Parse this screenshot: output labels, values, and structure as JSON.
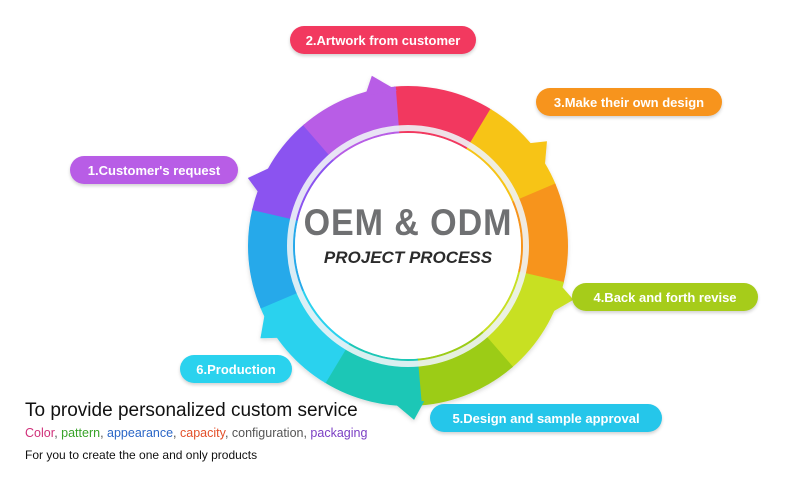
{
  "center": {
    "title": "OEM & ODM",
    "subtitle": "PROJECT PROCESS"
  },
  "steps": [
    {
      "label": "1.Customer's request",
      "color": "#b85de6"
    },
    {
      "label": "2.Artwork from customer",
      "color": "#f2395f"
    },
    {
      "label": "3.Make their own design",
      "color": "#f7941d"
    },
    {
      "label": "4.Back and forth revise",
      "color": "#a6cc1a"
    },
    {
      "label": "5.Design and sample approval",
      "color": "#25c6ea"
    },
    {
      "label": "6.Production",
      "color": "#2ad2ee"
    }
  ],
  "ring_colors": [
    "#f2395f",
    "#f7c418",
    "#f7941d",
    "#c8e024",
    "#9ccc16",
    "#1fc7b6",
    "#2ad2ee",
    "#25a9ea",
    "#8b53f0",
    "#b85de6"
  ],
  "footer": {
    "tagline": "To provide personalized custom service",
    "options": [
      {
        "text": "Color",
        "color": "#d0307a"
      },
      {
        "text": "pattern",
        "color": "#38a329"
      },
      {
        "text": "appearance",
        "color": "#2a66c7"
      },
      {
        "text": "capacity",
        "color": "#e3502a"
      },
      {
        "text": "configuration",
        "color": "#555555"
      },
      {
        "text": "packaging",
        "color": "#7b3fc4"
      }
    ],
    "separator": ", ",
    "note": "For you to create the one and only products"
  }
}
